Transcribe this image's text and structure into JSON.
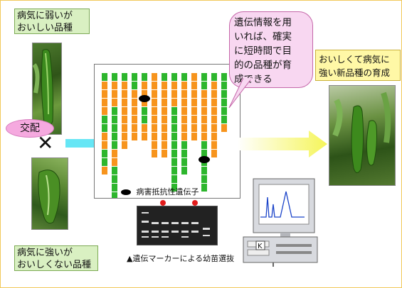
{
  "labels": {
    "weak_tasty": [
      "病気に弱いが",
      "おいしい品種"
    ],
    "strong_bland": [
      "病気に強いが",
      "おいしくない品種"
    ],
    "crossing": "交配",
    "cross_symbol": "✕",
    "bubble": [
      "遺伝情報を用",
      "いれば、確実",
      "に短時間で目",
      "的の品種が育",
      "成できる"
    ],
    "result": [
      "おいしくて病気に",
      "強い新品種の育成"
    ],
    "legend": "病害抵抗性遺伝子",
    "gel_caption": "▲遺伝マーカーによる幼苗選抜"
  },
  "colors": {
    "orange": "#f7941d",
    "green": "#2db62d",
    "marker": "#000000",
    "arrow_cyan": "#66e6f5",
    "arrow_yellow": "#f5f55a"
  },
  "icons": {
    "computer": "computer-icon",
    "gel": "electrophoresis-gel-icon",
    "gene_marker": "resistance-gene-marker-icon"
  }
}
